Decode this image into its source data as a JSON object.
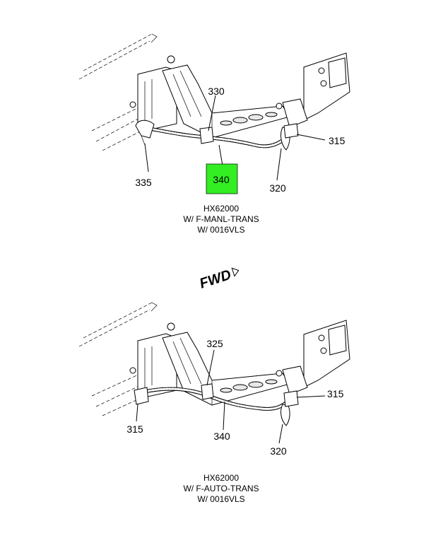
{
  "diagram": {
    "top": {
      "callouts": {
        "c330": "330",
        "c315": "315",
        "c335": "335",
        "c340": "340",
        "c320": "320"
      },
      "highlight_color": "#33ee22",
      "caption": [
        "HX62000",
        "W/ F-MANL-TRANS",
        "W/ 0016VLS"
      ]
    },
    "direction": {
      "label": "FWD",
      "icon": "forward-arrow-icon"
    },
    "bottom": {
      "callouts": {
        "c325": "325",
        "c315_right": "315",
        "c315_left": "315",
        "c340": "340",
        "c320": "320"
      },
      "caption": [
        "HX62000",
        "W/ F-AUTO-TRANS",
        "W/ 0016VLS"
      ]
    }
  }
}
